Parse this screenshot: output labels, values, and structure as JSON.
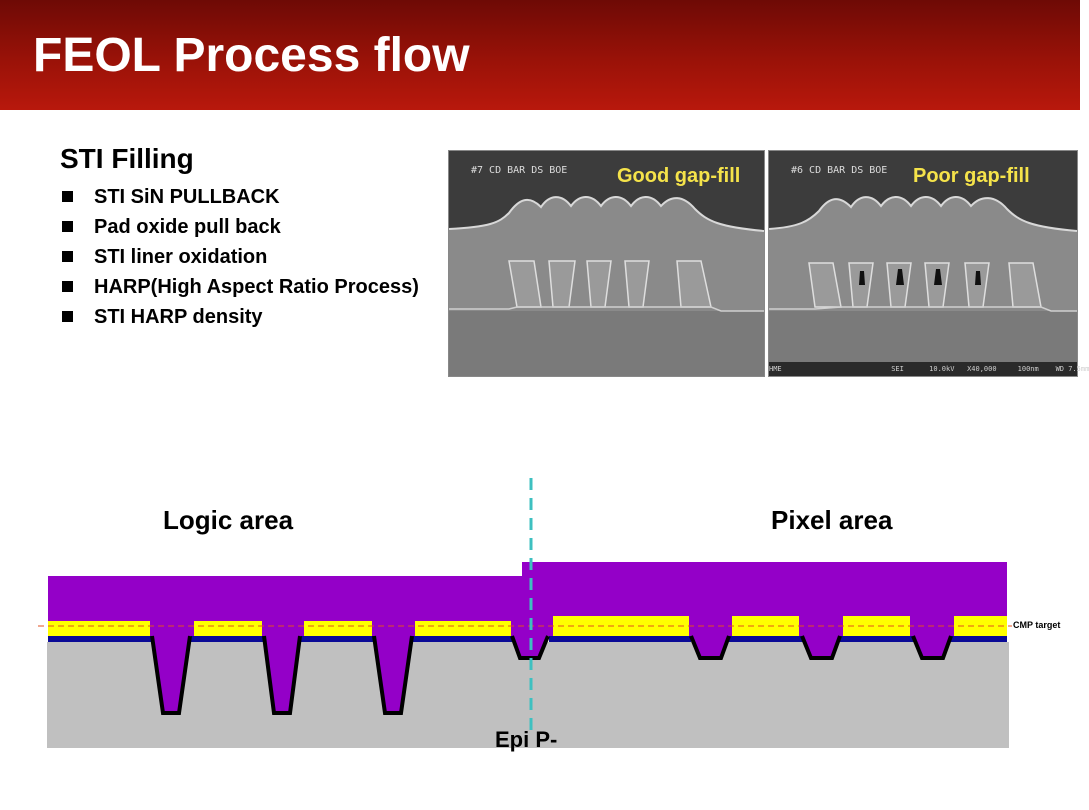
{
  "slide": {
    "title": "FEOL Process flow"
  },
  "content": {
    "heading": "STI Filling",
    "bullets": [
      "STI SiN PULLBACK",
      "Pad oxide pull back",
      "STI liner oxidation",
      "HARP(High Aspect Ratio Process)",
      "STI HARP density"
    ]
  },
  "sem_images": {
    "good": {
      "caption": "#7  CD BAR DS   BOE",
      "label": "Good gap-fill"
    },
    "poor": {
      "caption": "#6  CD BAR DS   BOE",
      "label": "Poor gap-fill",
      "footer": "HME                          SEI      10.0kV   X40,000     100nm    WD 7.5mm"
    }
  },
  "diagram": {
    "logic_label": "Logic area",
    "pixel_label": "Pixel area",
    "cmp_label": "CMP target",
    "substrate_label": "Epi P-",
    "colors": {
      "oxide_fill": "#9400c8",
      "nitride": "#ffff00",
      "pad_oxide": "#0a0a96",
      "substrate": "#c0c0c0",
      "divider": "#3ec0c0",
      "cmp_line": "#e05020",
      "trench_liner": "#000000"
    }
  }
}
